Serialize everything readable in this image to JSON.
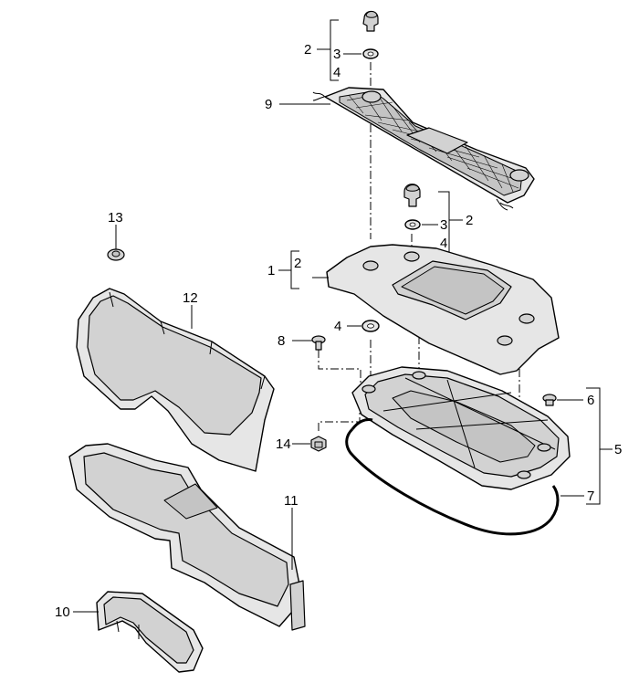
{
  "callouts": {
    "c1": "1",
    "c2_top": "2",
    "c2_mid": "2",
    "c2_left": "2",
    "c3_top": "3",
    "c3_mid": "3",
    "c4_top": "4",
    "c4_mid": "4",
    "c4_washer": "4",
    "c5": "5",
    "c6": "6",
    "c7": "7",
    "c8": "8",
    "c9": "9",
    "c10": "10",
    "c11": "11",
    "c12": "12",
    "c13": "13",
    "c14": "14"
  }
}
